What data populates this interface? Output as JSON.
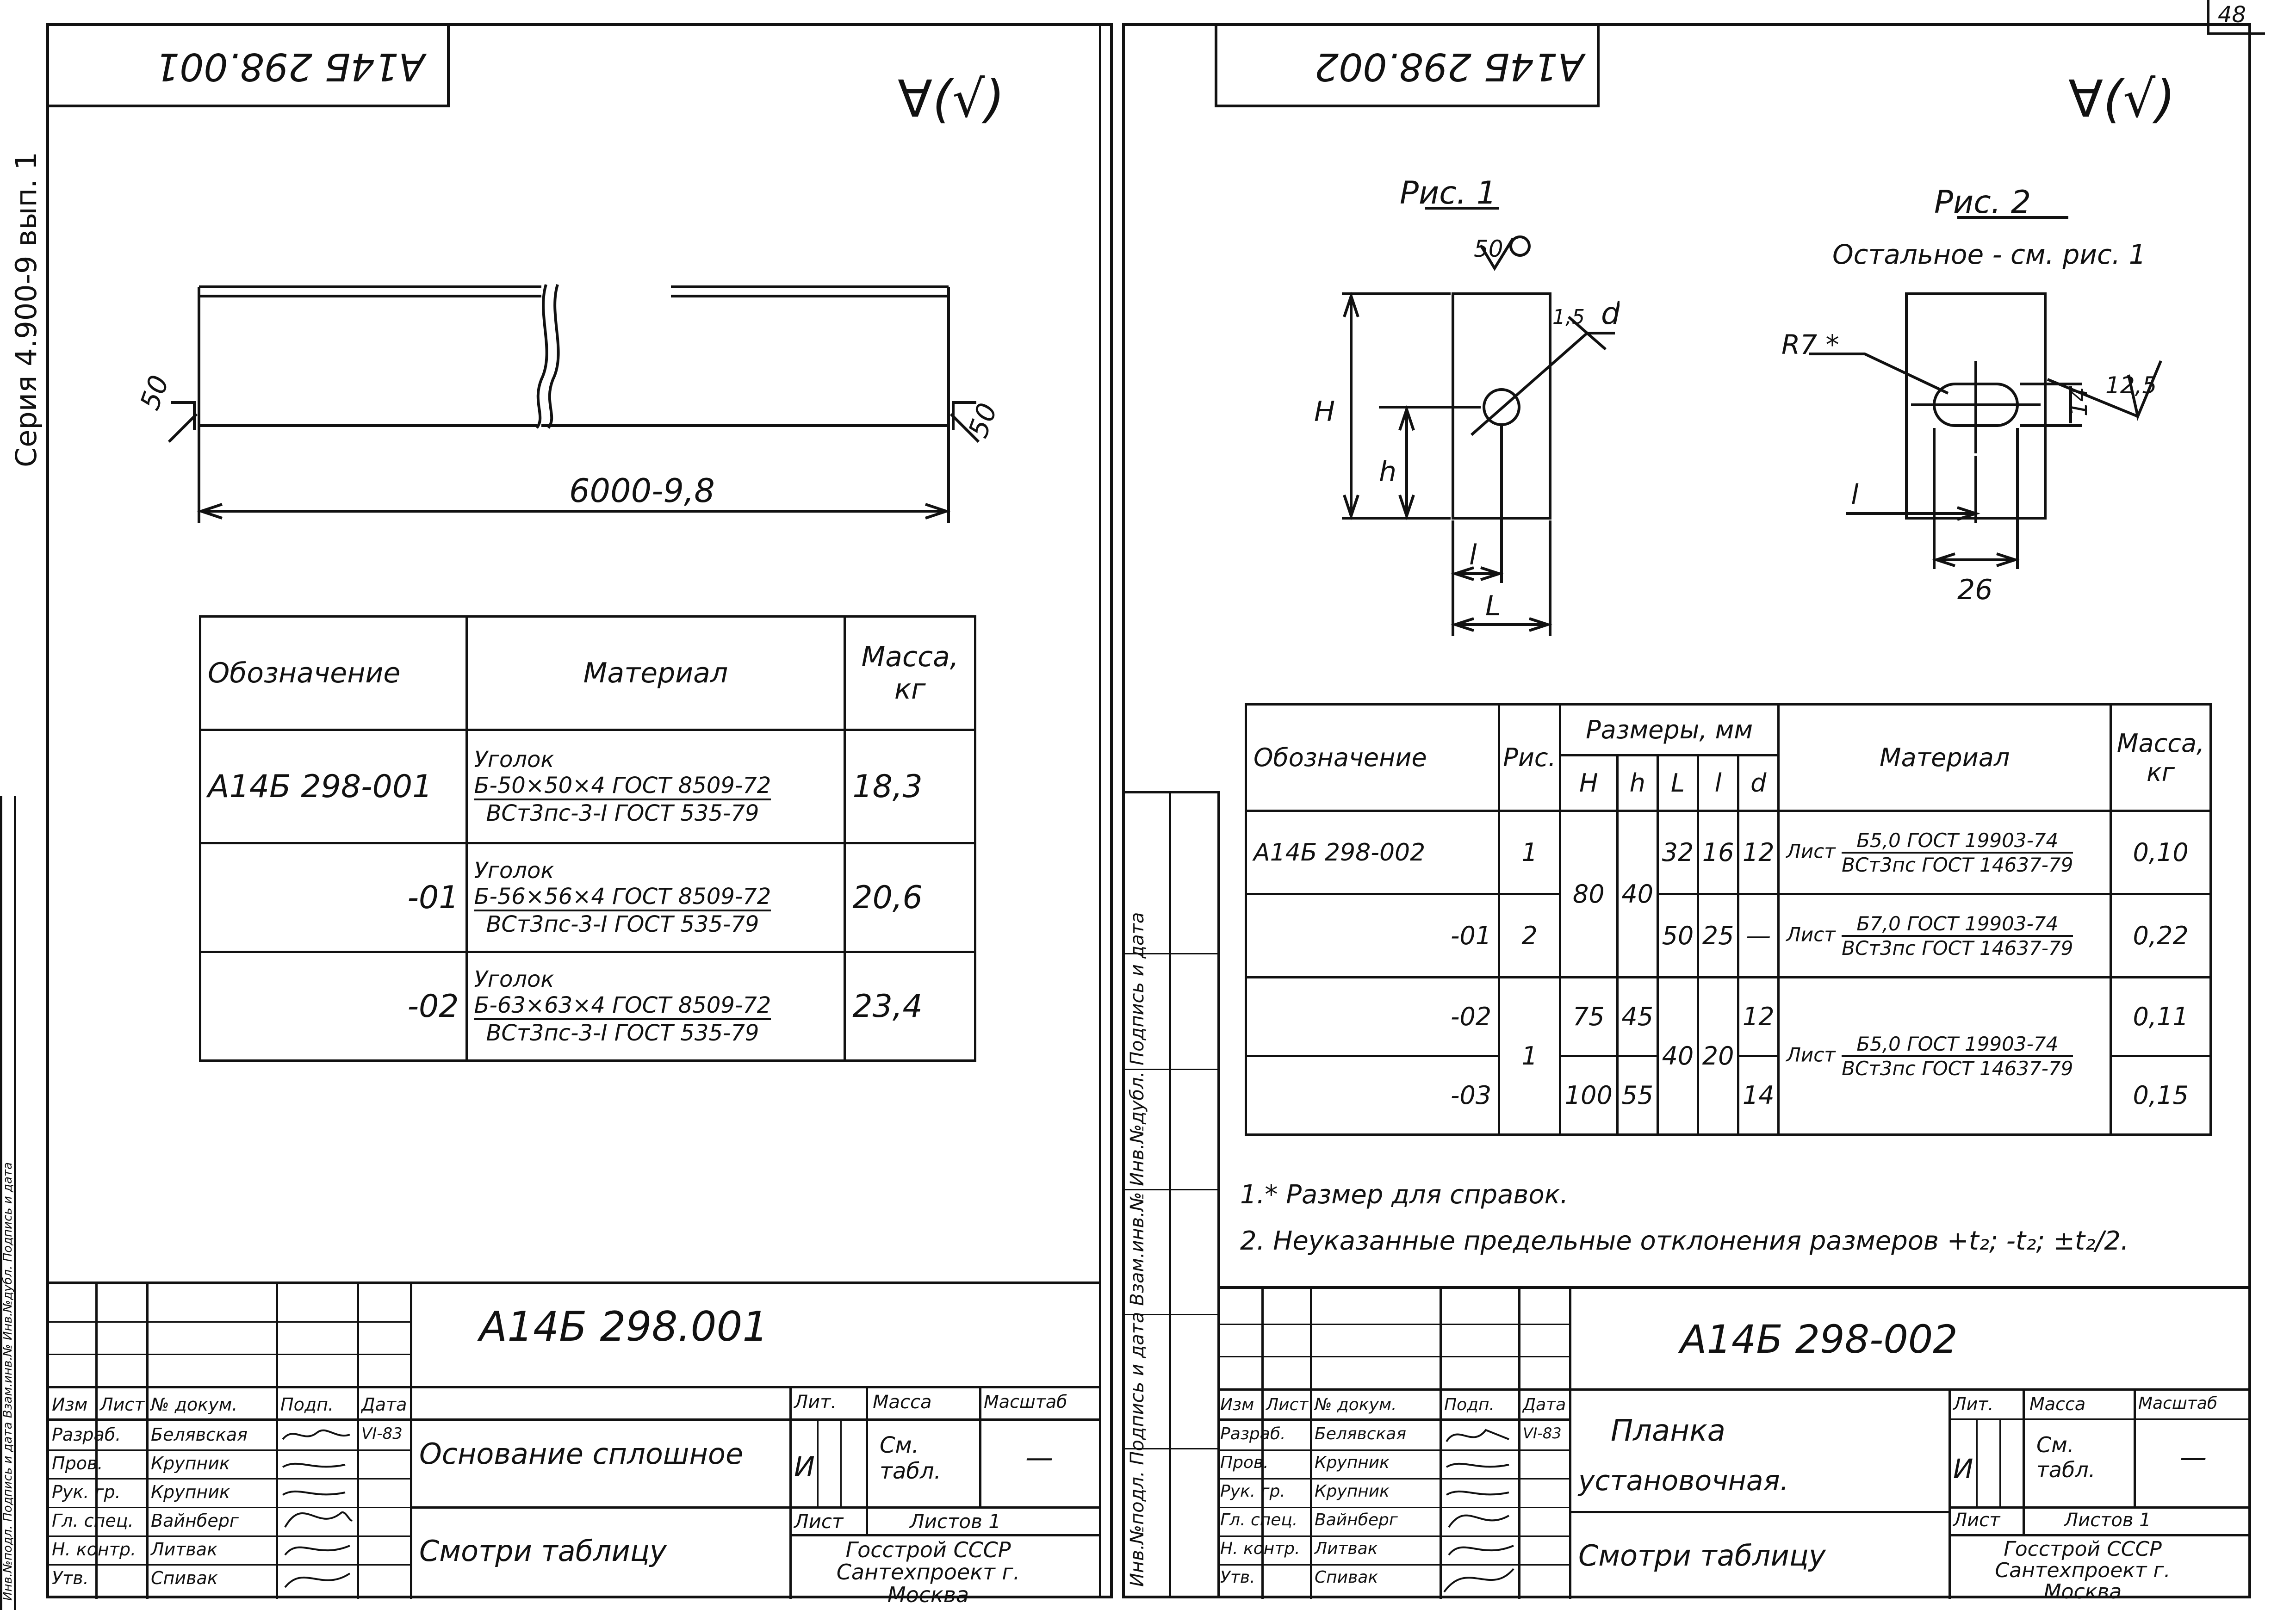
{
  "sheet_number": "48",
  "series_label": "Серия 4.900-9 вып. 1",
  "side_stamp": "Инв.№подл.  Подпись и дата  Взам.инв.№  Инв.№дубл.  Подпись и дата",
  "roughness_symbol": "∀(√)",
  "left": {
    "doc_number_stamp": "А14Б 298.001",
    "drawing": {
      "length_dim": "6000-9,8",
      "weld_left": "50",
      "weld_right": "50"
    },
    "table": {
      "headers": [
        "Обозначение",
        "Материал",
        "Масса, кг"
      ],
      "rows": [
        {
          "designation": "А14Б 298-001",
          "material_prefix": "Уголок",
          "material_top": "Б-50×50×4 ГОСТ 8509-72",
          "material_bottom": "ВСт3пс-3-I ГОСТ 535-79",
          "mass": "18,3"
        },
        {
          "designation": "-01",
          "material_prefix": "Уголок",
          "material_top": "Б-56×56×4 ГОСТ 8509-72",
          "material_bottom": "ВСт3пс-3-I ГОСТ 535-79",
          "mass": "20,6"
        },
        {
          "designation": "-02",
          "material_prefix": "Уголок",
          "material_top": "Б-63×63×4 ГОСТ 8509-72",
          "material_bottom": "ВСт3пс-3-I ГОСТ 535-79",
          "mass": "23,4"
        }
      ]
    },
    "title_block": {
      "doc_number": "А14Б 298.001",
      "name": "Основание сплошное",
      "material": "Смотри таблицу",
      "lit_label": "Лит.",
      "lit_value": "И",
      "mass_label": "Масса",
      "mass_value": "См. табл.",
      "scale_label": "Масштаб",
      "scale_value": "—",
      "sheet_label": "Лист",
      "sheets_label": "Листов 1",
      "org": "Госстрой СССР Сантехпроект г. Москва",
      "header_row": [
        "Изм",
        "Лист",
        "№ докум.",
        "Подп.",
        "Дата"
      ],
      "people": [
        {
          "role": "Разраб.",
          "name": "Белявская",
          "date": "VI-83"
        },
        {
          "role": "Пров.",
          "name": "Крупник",
          "date": ""
        },
        {
          "role": "Рук. гр.",
          "name": "Крупник",
          "date": ""
        },
        {
          "role": "Гл. спец.",
          "name": "Вайнберг",
          "date": ""
        },
        {
          "role": "Н. контр.",
          "name": "Литвак",
          "date": ""
        },
        {
          "role": "Утв.",
          "name": "Спивак",
          "date": ""
        }
      ]
    }
  },
  "right": {
    "doc_number_stamp": "А14Б 298.002",
    "fig1": {
      "caption": "Рис. 1",
      "roughness": "50",
      "dim_H": "H",
      "dim_h": "h",
      "dim_l": "l",
      "dim_L": "L",
      "dim_d": "d",
      "dim_chamfer": "1,5"
    },
    "fig2": {
      "caption": "Рис. 2",
      "note": "Остальное - см. рис. 1",
      "radius": "R7 *",
      "dim_14": "14",
      "dim_125": "12,5",
      "dim_l": "l",
      "dim_26": "26"
    },
    "table": {
      "h_designation": "Обозначение",
      "h_fig": "Рис.",
      "h_sizes": "Размеры, мм",
      "h_sub": [
        "H",
        "h",
        "L",
        "l",
        "d"
      ],
      "h_material": "Материал",
      "h_mass": "Масса, кг",
      "rows": [
        {
          "designation": "А14Б 298-002",
          "fig": "1",
          "H": "80",
          "h": "40",
          "L": "32",
          "l": "16",
          "d": "12",
          "mat_prefix": "Лист",
          "mat_top": "Б5,0 ГОСТ 19903-74",
          "mat_bottom": "ВСт3пс ГОСТ 14637-79",
          "mass": "0,10"
        },
        {
          "designation": "-01",
          "fig": "2",
          "H": "",
          "h": "",
          "L": "50",
          "l": "25",
          "d": "—",
          "mat_prefix": "Лист",
          "mat_top": "Б7,0 ГОСТ 19903-74",
          "mat_bottom": "ВСт3пс ГОСТ 14637-79",
          "mass": "0,22"
        },
        {
          "designation": "-02",
          "fig": "1",
          "H": "75",
          "h": "45",
          "L": "40",
          "l": "20",
          "d": "12",
          "mat_prefix": "Лист",
          "mat_top": "Б5,0 ГОСТ 19903-74",
          "mat_bottom": "ВСт3пс ГОСТ 14637-79",
          "mass": "0,11"
        },
        {
          "designation": "-03",
          "fig": "",
          "H": "100",
          "h": "55",
          "L": "",
          "l": "",
          "d": "14",
          "mat_prefix": "",
          "mat_top": "",
          "mat_bottom": "",
          "mass": "0,15"
        }
      ]
    },
    "notes": [
      "1.* Размер для справок.",
      "2. Неуказанные предельные отклонения размеров +t₂; -t₂; ±t₂/2."
    ],
    "title_block": {
      "doc_number": "А14Б 298-002",
      "name_line1": "Планка",
      "name_line2": "установочная.",
      "material": "Смотри таблицу",
      "lit_label": "Лит.",
      "lit_value": "И",
      "mass_label": "Масса",
      "mass_value": "См. табл.",
      "scale_label": "Масштаб",
      "scale_value": "—",
      "sheet_label": "Лист",
      "sheets_label": "Листов 1",
      "org": "Госстрой СССР Сантехпроект г. Москва",
      "header_row": [
        "Изм",
        "Лист",
        "№ докум.",
        "Подп.",
        "Дата"
      ],
      "people": [
        {
          "role": "Разраб.",
          "name": "Белявская",
          "date": "VI-83"
        },
        {
          "role": "Пров.",
          "name": "Крупник",
          "date": ""
        },
        {
          "role": "Рук. гр.",
          "name": "Крупник",
          "date": ""
        },
        {
          "role": "Гл. спец.",
          "name": "Вайнберг",
          "date": ""
        },
        {
          "role": "Н. контр.",
          "name": "Литвак",
          "date": ""
        },
        {
          "role": "Утв.",
          "name": "Спивак",
          "date": ""
        }
      ]
    }
  }
}
